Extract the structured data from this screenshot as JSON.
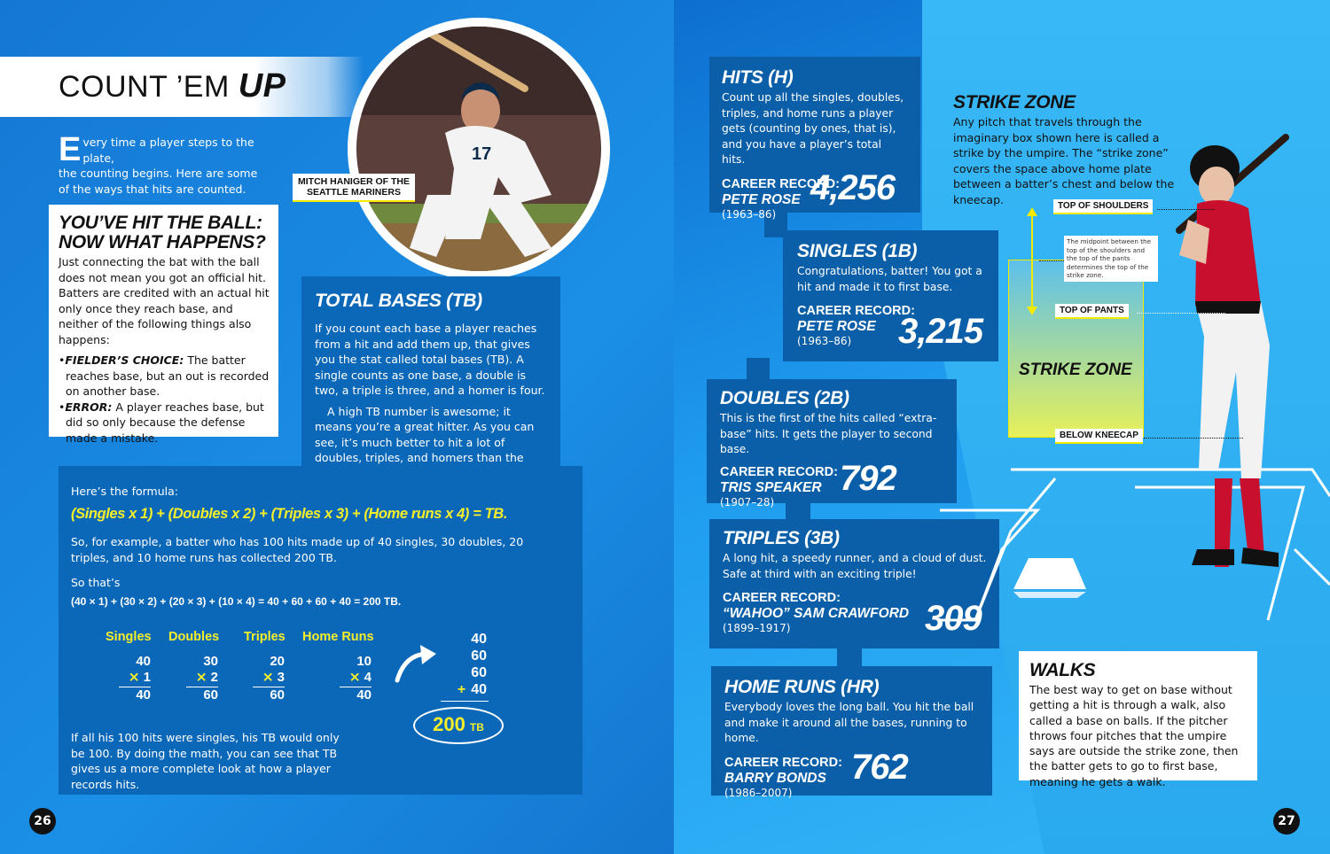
{
  "left_page": {
    "title_part1": "COUNT ’EM",
    "title_part2": "UP",
    "intro_dropcap": "E",
    "intro_line1": "very time a player steps to the plate,",
    "intro_line2": "the counting begins. Here are some",
    "intro_line3": "of the ways that hits are counted.",
    "photo_caption_line1": "MITCH HANIGER OF THE",
    "photo_caption_line2": "SEATTLE MARINERS",
    "hit_box": {
      "heading_line1": "YOU’VE HIT THE BALL:",
      "heading_line2": "NOW WHAT HAPPENS?",
      "body": "Just connecting the bat with the ball does not mean you got an official hit. Batters are credited with an actual hit only once they reach base, and neither of the following things also happens:",
      "bullet1_term": "FIELDER’S CHOICE:",
      "bullet1_text": " The batter reaches base, but an out is recorded on another base.",
      "bullet2_term": "ERROR:",
      "bullet2_text": " A player reaches base, but did so only because the defense made a mistake."
    },
    "total_bases": {
      "heading": "TOTAL BASES (TB)",
      "para1": "If you count each base a player reaches from a hit and add them up, that gives you the stat called total bases (TB). A single counts as one base, a double is two, a triple is three, and a homer is four.",
      "para2": "A high TB number is awesome; it means you’re a great hitter. As you can see, it’s much better to hit a lot of doubles, triples, and homers than the same number of singles."
    },
    "formula": {
      "intro": "Here’s the formula:",
      "equation": "(Singles x 1) + (Doubles x 2) + (Triples x 3) + (Home runs x 4) = TB.",
      "example": "So, for example, a batter who has 100 hits made up of 40 singles, 30 doubles, 20 triples, and 10 home runs has collected 200 TB.",
      "so_thats": "So that’s",
      "math": "(40 × 1) + (30 × 2) + (20 × 3) + (10 × 4) = 40 + 60 + 60 + 40 = 200 TB.",
      "columns": [
        {
          "name": "Singles",
          "top": "40",
          "mult": "1",
          "result": "40"
        },
        {
          "name": "Doubles",
          "top": "30",
          "mult": "2",
          "result": "60"
        },
        {
          "name": "Triples",
          "top": "20",
          "mult": "3",
          "result": "60"
        },
        {
          "name": "Home Runs",
          "top": "10",
          "mult": "4",
          "result": "40"
        }
      ],
      "sum_rows": [
        "40",
        "60",
        "60",
        "40"
      ],
      "total_num": "200",
      "total_unit": "TB",
      "closing": "If all his 100 hits were singles, his TB would only be 100. By doing the math, you can see that TB gives us a more complete look at how a player records hits."
    },
    "page_number": "26"
  },
  "right_page": {
    "career_label": "CAREER RECORD:",
    "stats": [
      {
        "heading": "HITS (H)",
        "body": "Count up all the singles, doubles, triples, and home runs a player gets (counting by ones, that is), and you have a player’s total hits.",
        "name": "PETE ROSE",
        "years": "(1963–86)",
        "record": "4,256"
      },
      {
        "heading": "SINGLES (1B)",
        "body": "Congratulations, batter! You got a hit and made it to first base.",
        "name": "PETE ROSE",
        "years": "(1963–86)",
        "record": "3,215"
      },
      {
        "heading": "DOUBLES (2B)",
        "body": "This is the first of the hits called “extra-base” hits. It gets the player to second base.",
        "name": "TRIS SPEAKER",
        "years": "(1907–28)",
        "record": "792"
      },
      {
        "heading": "TRIPLES (3B)",
        "body": "A long hit, a speedy runner, and a cloud of dust. Safe at third with an exciting triple!",
        "name": "“WAHOO” SAM CRAWFORD",
        "years": "(1899–1917)",
        "record": "309"
      },
      {
        "heading": "HOME RUNS (HR)",
        "body": "Everybody loves the long ball. You hit the ball and make it around all the bases, running to home.",
        "name": "BARRY BONDS",
        "years": "(1986–2007)",
        "record": "762"
      }
    ],
    "strike_zone": {
      "heading": "STRIKE ZONE",
      "body": "Any pitch that travels through the imaginary box shown here is called a strike by the umpire. The “strike zone” covers the space above home plate between a batter’s chest and below the kneecap.",
      "zone_label": "STRIKE ZONE",
      "tag_shoulders": "TOP OF SHOULDERS",
      "tag_pants": "TOP OF PANTS",
      "tag_knee": "BELOW KNEECAP",
      "midpoint_note": "The midpoint between the top of the shoulders and the top of the pants determines the top of the strike zone."
    },
    "walks": {
      "heading": "WALKS",
      "body": "The best way to get on base without getting a hit is through a walk, also called a base on balls. If the pitcher throws four pitches that the umpire says are outside the strike zone, then the batter gets to go to first base, meaning he gets a walk."
    },
    "page_number": "27"
  }
}
